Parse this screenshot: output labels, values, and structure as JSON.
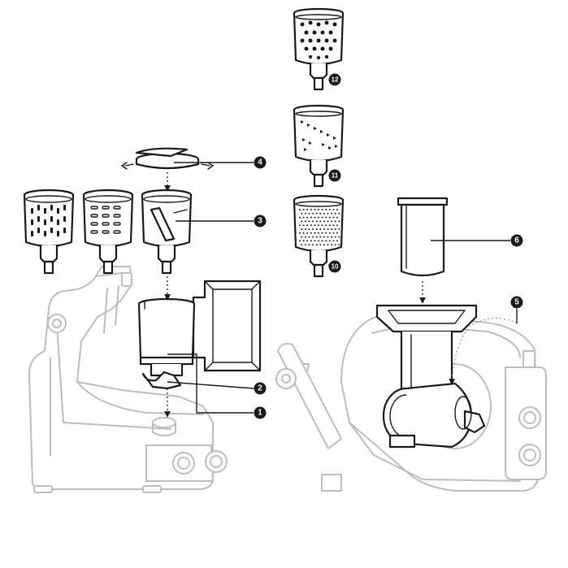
{
  "callouts": [
    {
      "id": "c1",
      "label": "1"
    },
    {
      "id": "c2",
      "label": "2"
    },
    {
      "id": "c3",
      "label": "3"
    },
    {
      "id": "c4",
      "label": "4"
    },
    {
      "id": "c5",
      "label": "5"
    },
    {
      "id": "c6",
      "label": "6"
    },
    {
      "id": "c10",
      "label": "10"
    },
    {
      "id": "c11",
      "label": "11"
    },
    {
      "id": "c12",
      "label": "12"
    }
  ]
}
